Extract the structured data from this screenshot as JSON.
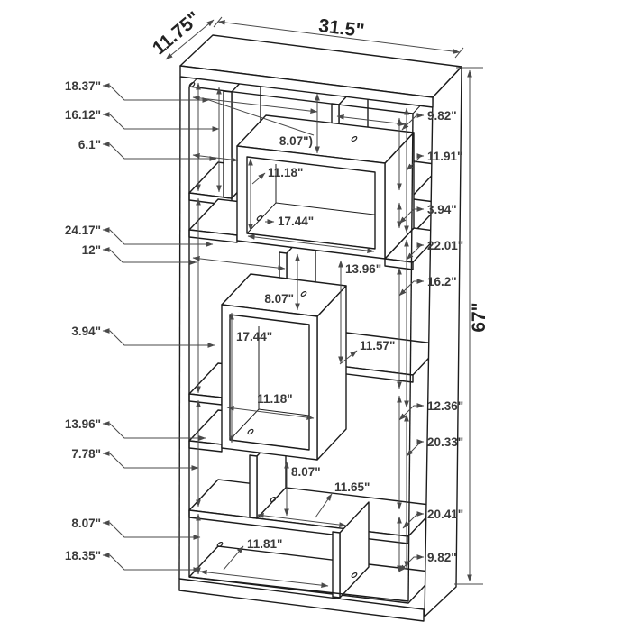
{
  "diagram": {
    "overall": {
      "width": "31.5\"",
      "depth": "11.75\"",
      "height": "67\""
    },
    "left_labels": [
      "18.37\"",
      "16.12\"",
      "6.1\"",
      "24.17\"",
      "12\"",
      "3.94\"",
      "13.96\"",
      "7.78\"",
      "8.07\"",
      "18.35\""
    ],
    "right_labels": [
      "9.82\"",
      "11.91\"",
      "3.94\"",
      "22.01\"",
      "16.2\"",
      "12.36\"",
      "20.33\"",
      "20.41\"",
      "9.82\""
    ],
    "interior_labels": [
      "8.07\")",
      "11.18\"",
      "17.44\"",
      "13.96\"",
      "8.07\"",
      "17.44\"",
      "11.57\"",
      "11.18\"",
      "8.07\"",
      "11.65\"",
      "11.81\""
    ]
  }
}
